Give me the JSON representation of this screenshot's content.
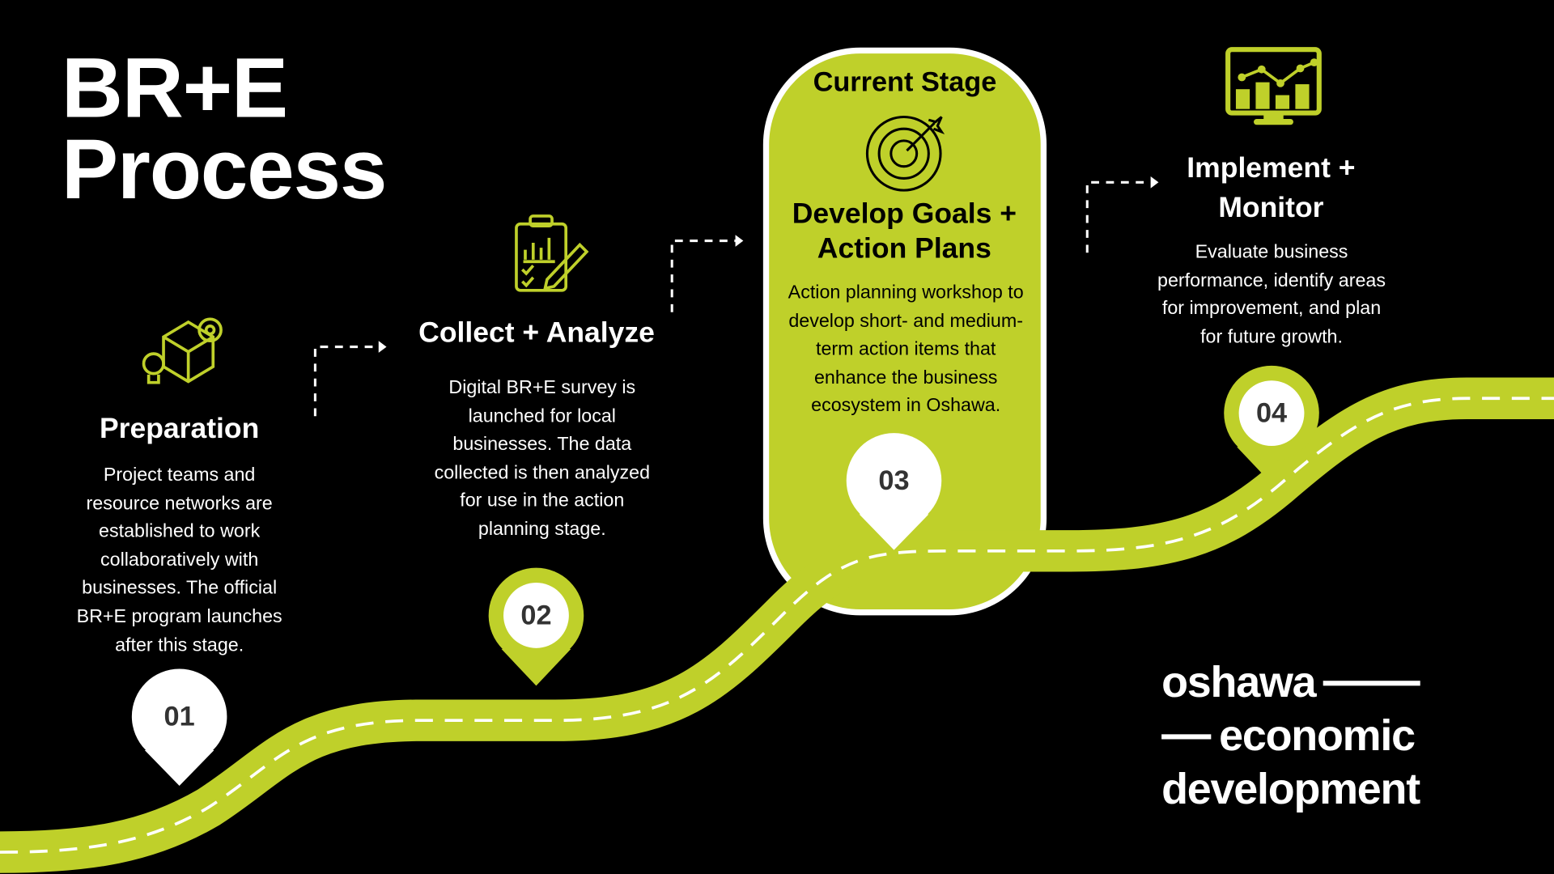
{
  "title": {
    "line1": "BR+E",
    "line2": "Process"
  },
  "accent_color": "#bfd02a",
  "stages": [
    {
      "number": "01",
      "heading": "Preparation",
      "description": "Project teams and resource networks are established to work collaboratively with businesses. The official BR+E program launches after this stage.",
      "icon": "box-gear-lightbulb-icon"
    },
    {
      "number": "02",
      "heading": "Collect + Analyze",
      "description": "Digital BR+E survey is launched for local businesses. The data collected is then analyzed for use in the action planning stage.",
      "icon": "clipboard-chart-pencil-icon"
    },
    {
      "number": "03",
      "badge": "Current Stage",
      "heading": "Develop Goals + Action Plans",
      "description": "Action planning workshop to develop short- and medium-term action items that enhance the business ecosystem in Oshawa.",
      "icon": "target-arrow-icon"
    },
    {
      "number": "04",
      "heading": "Implement + Monitor",
      "description": "Evaluate business performance, identify areas for improvement, and plan for future growth.",
      "icon": "monitor-chart-icon"
    }
  ],
  "logo": {
    "line1": "oshawa",
    "line2": "economic",
    "line3": "development"
  }
}
